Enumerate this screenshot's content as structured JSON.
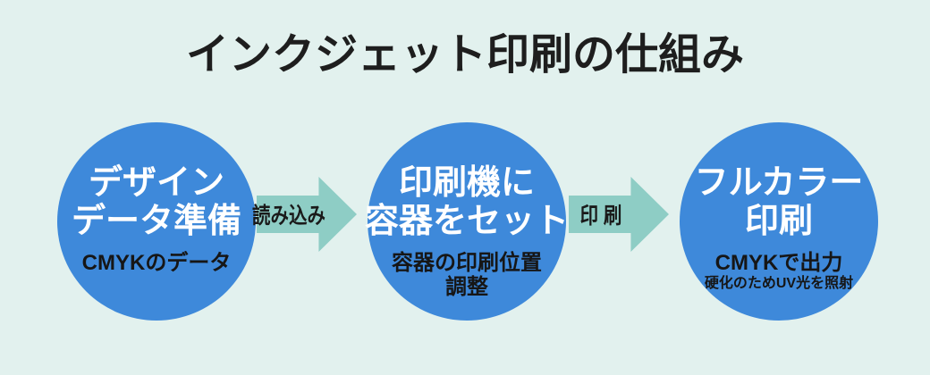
{
  "title": "インクジェット印刷の仕組み",
  "colors": {
    "background": "#e2f1ee",
    "circle_blue": "#3e89da",
    "arrow_teal": "#8ecdc5",
    "title_text": "#1e1e1e",
    "heading_text": "#ffffff",
    "detail_text": "#161616"
  },
  "steps": [
    {
      "heading_lines": [
        "デザイン",
        "データ準備"
      ],
      "detail_lines": [
        "CMYKのデータ"
      ]
    },
    {
      "heading_lines": [
        "印刷機に",
        "容器をセット"
      ],
      "detail_lines": [
        "容器の印刷位置",
        "調整"
      ]
    },
    {
      "heading_lines": [
        "フルカラー",
        "印刷"
      ],
      "detail_lines": [
        "CMYKで出力"
      ],
      "subdetail": "硬化のためUV光を照射"
    }
  ],
  "arrows": [
    {
      "label": "読み込み"
    },
    {
      "label": "印 刷"
    }
  ]
}
